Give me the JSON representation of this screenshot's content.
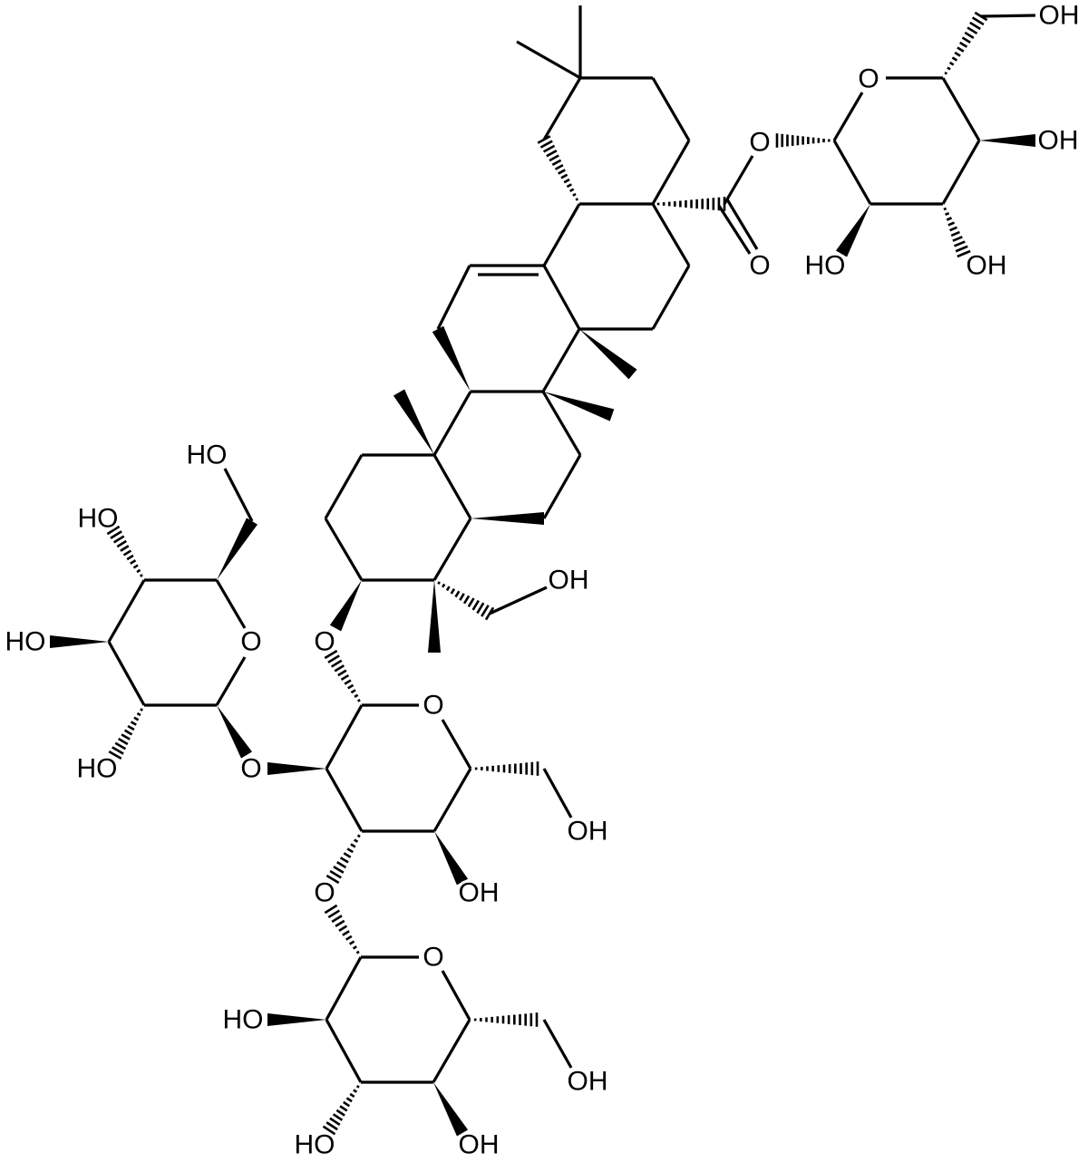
{
  "title": "Triterpenoid saponin structure",
  "colors": {
    "bond": "#000000",
    "background": "#ffffff"
  },
  "atom_labels": [
    "O",
    "O",
    "O",
    "OH",
    "OH",
    "OH",
    "HO",
    "OH",
    "O",
    "HO",
    "HO",
    "HO",
    "HO",
    "O",
    "O",
    "O",
    "OH",
    "OH",
    "O",
    "O",
    "OH",
    "OH",
    "HO",
    "HO"
  ]
}
